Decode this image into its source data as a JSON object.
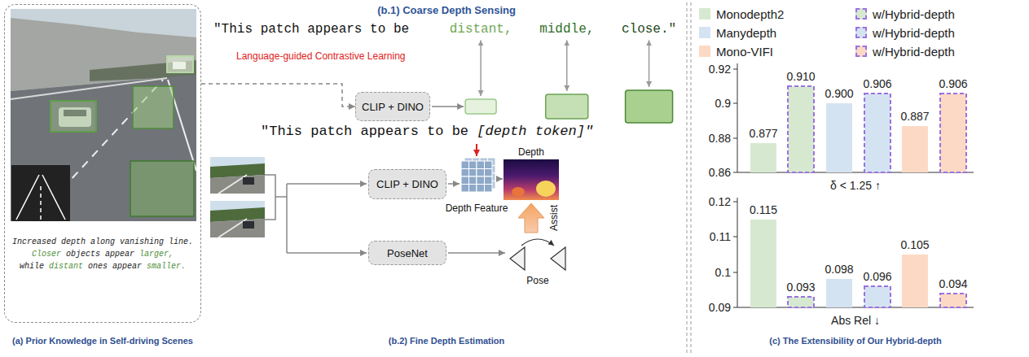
{
  "diagram": {
    "nodes": [
      {
        "text": [
          "Increased depth along vanishing line. Closer objects appear larger, while distant ones appear smaller."
        ]
      },
      {
        "text": [
          "CLIP + DINO"
        ]
      },
      {
        "text": [
          "CLIP + DINO"
        ]
      },
      {
        "text": [
          "PoseNet"
        ]
      }
    ],
    "edges": [
      {
        "from": 0,
        "to": 1,
        "arrow": "to"
      }
    ],
    "labels": [
      "(b.1) Coarse Depth Sensing",
      "\"This patch appears to be distant, middle, close.\"",
      "Language-guided Contrastive Learning",
      "\"This patch appears to be [depth token]\"",
      "Depth Feature",
      "Depth",
      "Assist",
      "Pose",
      "(a) Prior Knowledge in Self-driving Scenes",
      "(b.2) Fine Depth Estimation",
      "0.92",
      "0.9",
      "0.88",
      "0.86",
      "0.877",
      "0.910",
      "0.900",
      "0.906",
      "0.887",
      "0.906",
      "δ < 1.25 ↑",
      "0.12",
      "0.11",
      "0.1",
      "0.09",
      "0.115",
      "0.093",
      "0.098",
      "0.096",
      "0.105",
      "0.094",
      "Abs Rel ↓",
      "(c) The Extensibility of Our Hybrid-depth"
    ],
    "legend": [
      {
        "text": "Monodepth2",
        "color": "#d6e9d0"
      },
      {
        "text": "w/Hybrid-depth"
      },
      {
        "text": "Manydepth",
        "color": "#d4e3f1"
      },
      {
        "text": "w/Hybrid-depth"
      },
      {
        "text": "Mono-VIFI",
        "color": "#fcd9c4"
      },
      {
        "text": "w/Hybrid-depth"
      }
    ]
  }
}
